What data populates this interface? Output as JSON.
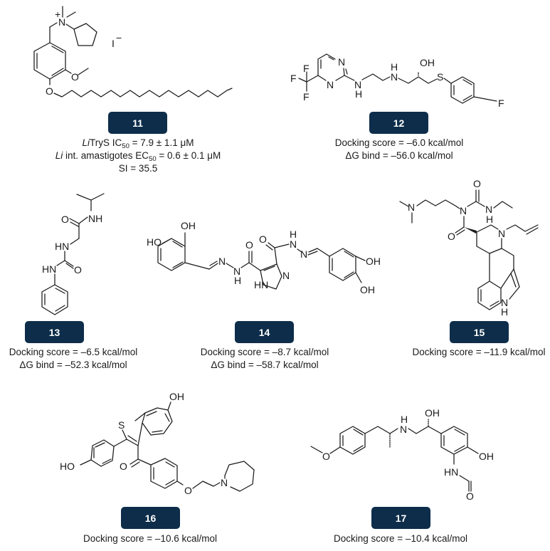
{
  "figure": {
    "compounds": [
      {
        "id": "11",
        "label": "11",
        "counterion": "I",
        "counterion_charge": "−",
        "captions": [
          {
            "italic_prefix": "Li",
            "text": "TryS IC",
            "sub": "50",
            "value": " = 7.9 ± 1.1 μM"
          },
          {
            "italic_prefix": "Li",
            "text": " int. amastigotes EC",
            "sub": "50",
            "value": " = 0.6 ± 0.1 μM"
          },
          {
            "italic_prefix": "",
            "text": "SI = 35.5",
            "sub": "",
            "value": ""
          }
        ]
      },
      {
        "id": "12",
        "label": "12",
        "captions": [
          {
            "text": "Docking score = –6.0 kcal/mol"
          },
          {
            "text": "ΔG bind = –56.0 kcal/mol"
          }
        ]
      },
      {
        "id": "13",
        "label": "13",
        "captions": [
          {
            "text": "Docking score = –6.5 kcal/mol"
          },
          {
            "text": "ΔG bind = –52.3 kcal/mol"
          }
        ]
      },
      {
        "id": "14",
        "label": "14",
        "captions": [
          {
            "text": "Docking score = –8.7 kcal/mol"
          },
          {
            "text": "ΔG bind = –58.7 kcal/mol"
          }
        ]
      },
      {
        "id": "15",
        "label": "15",
        "captions": [
          {
            "text": "Docking score = –11.9 kcal/mol"
          }
        ]
      },
      {
        "id": "16",
        "label": "16",
        "captions": [
          {
            "text": "Docking score = –10.6 kcal/mol"
          }
        ]
      },
      {
        "id": "17",
        "label": "17",
        "captions": [
          {
            "text": "Docking score = –10.4 kcal/mol"
          }
        ]
      }
    ],
    "atom_labels": {
      "m11": {
        "n_plus": "N",
        "plus": "+",
        "o_methoxy": "O",
        "o_ether": "O",
        "iodide": "I",
        "minus": "−"
      },
      "m12": {
        "f1": "F",
        "f2": "F",
        "f3": "F",
        "n_ring1": "N",
        "n_ring2": "N",
        "nh1_n": "N",
        "nh1_h": "H",
        "nh2_n": "N",
        "nh2_h": "H",
        "oh": "OH",
        "s": "S",
        "f_aryl": "F"
      },
      "m13": {
        "nh_amide": "NH",
        "o_amide": "O",
        "hn_gly": "HN",
        "o_urea": "O",
        "hn_aryl": "HN"
      },
      "m14": {
        "oh1": "OH",
        "ho1": "HO",
        "n1": "N",
        "nh1_n": "N",
        "nh1_h": "H",
        "o1": "O",
        "hn_ring": "HN",
        "n_ring": "N",
        "o2": "O",
        "nh2_n": "N",
        "nh2_h": "H",
        "n2": "N",
        "oh2": "OH",
        "oh3": "OH"
      },
      "m15": {
        "nme2": "N",
        "n_urea": "N",
        "o_urea": "O",
        "nh_n": "N",
        "nh_h": "H",
        "o_amide": "O",
        "n_allyl": "N",
        "indole_n": "N",
        "indole_h": "H"
      },
      "m16": {
        "oh_top": "OH",
        "s": "S",
        "ho": "HO",
        "o_ketone": "O",
        "o_ether": "O",
        "n_pip": "N"
      },
      "m17": {
        "o_methoxy": "O",
        "nh_h": "H",
        "nh_n": "N",
        "oh_top": "OH",
        "oh_aryl": "OH",
        "hn": "HN",
        "o_formyl": "O"
      }
    },
    "colors": {
      "badge_bg": "#0d2d4a",
      "badge_text": "#ffffff",
      "bond": "#1a1a1a",
      "background": "#ffffff"
    }
  }
}
